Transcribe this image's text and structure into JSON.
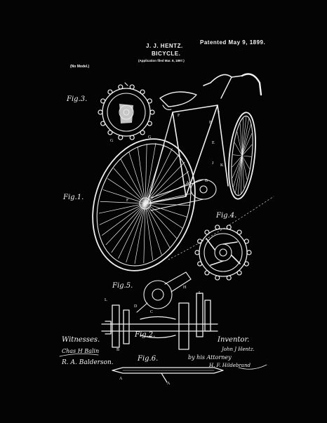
{
  "header": {
    "inventor_name": "J. J. HENTZ.",
    "title": "BICYCLE.",
    "application": "(Application filed Mar. 8, 1897.)",
    "patented": "Patented May 9, 1899.",
    "model_note": "(No Model.)"
  },
  "figures": {
    "fig1": "Fig.1.",
    "fig2": "Fig.2.",
    "fig3": "Fig.3.",
    "fig4": "Fig.4.",
    "fig5": "Fig.5.",
    "fig6": "Fig.6."
  },
  "signatures": {
    "witnesses_label": "Witnesses.",
    "witness1": "Chas H Balin",
    "witness2": "R. A. Balderson.",
    "inventor_label": "Inventor.",
    "inventor_sig": "John J Hentz.",
    "attorney_line": "by his Attorney",
    "attorney_sig": "H. F. Hildebrand"
  },
  "letters": {
    "F": "F",
    "E": "E",
    "I": "I",
    "J": "J",
    "K": "K",
    "A": "A",
    "G": "G",
    "B": "B",
    "C": "C",
    "D": "D",
    "L": "L",
    "H": "H"
  },
  "colors": {
    "background": "#000000",
    "ink": "#f2f2f2"
  }
}
